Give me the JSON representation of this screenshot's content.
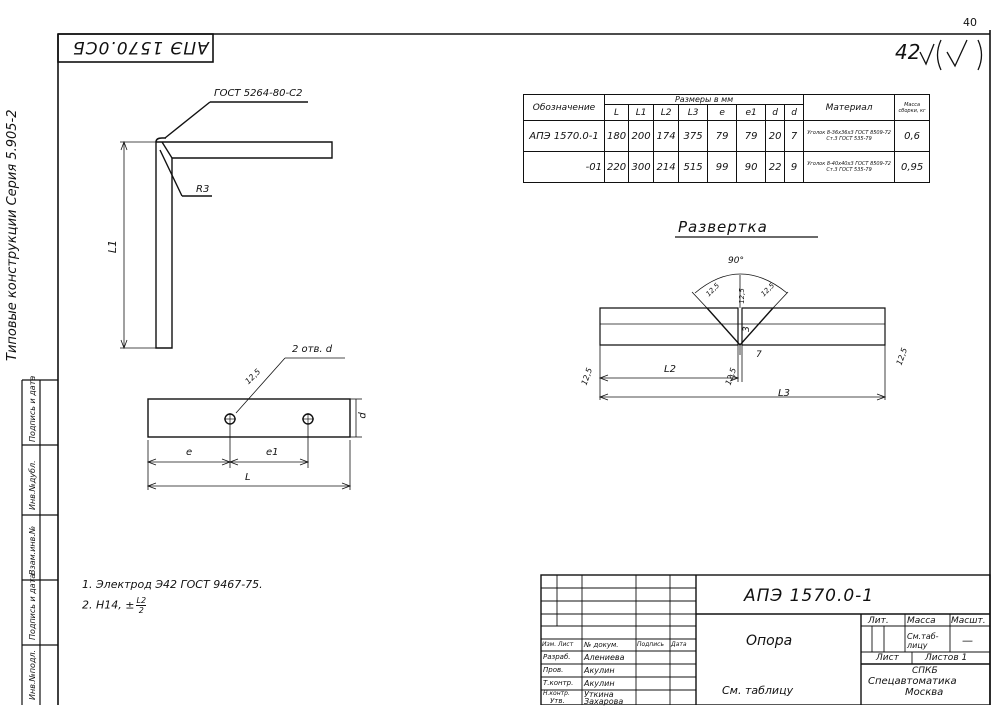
{
  "header": {
    "stamp_code": "АПЭ 1570.0СБ",
    "page_number": "40",
    "roughness_mark": "42"
  },
  "side": {
    "series_label": "Типовые конструкции   Серия 5.905-2",
    "strip_labels": [
      "Инв.№подл.",
      "Подпись и дата",
      "Взам.инв.№",
      "Инв.№дубл.",
      "Подпись и дата"
    ]
  },
  "drawing": {
    "gost_weld": "ГОСТ 5264-80-С2",
    "radius": "R3",
    "dim_L1": "L1",
    "holes_label": "2 отв. d",
    "roughness_top": "12,5",
    "dim_d": "d",
    "dim_e": "e",
    "dim_e1": "e1",
    "dim_L": "L",
    "razv_title": "Развертка",
    "angle": "90°",
    "r1": "12,5",
    "r2": "12,5",
    "r3": "12,5",
    "dim_3": "3",
    "dim_L2": "L2",
    "dim_7": "7",
    "r_left": "12,5",
    "r_mid": "12,5",
    "r_right": "12,5",
    "dim_L3": "L3"
  },
  "table": {
    "group_header": "Размеры в мм",
    "col_designation": "Обозначение",
    "cols": [
      "L",
      "L1",
      "L2",
      "L3",
      "e",
      "e1",
      "d",
      "d"
    ],
    "col_material": "Материал",
    "col_mass": "Масса сборки, кг",
    "rows": [
      {
        "designation": "АПЭ 1570.0-1",
        "vals": [
          "180",
          "200",
          "174",
          "375",
          "79",
          "79",
          "20",
          "7"
        ],
        "material_top": "Уголок 8-36х36х3 ГОСТ 8509-72",
        "material_bottom": "Ст.3 ГОСТ 535-79",
        "mass": "0,6"
      },
      {
        "designation": "-01",
        "vals": [
          "220",
          "300",
          "214",
          "515",
          "99",
          "90",
          "22",
          "9"
        ],
        "material_top": "Уголок 8-40х40х3 ГОСТ 8509-72",
        "material_bottom": "Ст.3 ГОСТ 535-79",
        "mass": "0,95"
      }
    ]
  },
  "notes": {
    "n1": "1. Электрод Э42 ГОСТ 9467-75.",
    "n2": "2. Н14, ±"
  },
  "titleblock": {
    "doc_code": "АПЭ 1570.0-1",
    "name": "Опора",
    "material": "См. таблицу",
    "lit": "Лит.",
    "mass": "Масса",
    "scale": "Масшт.",
    "mass_val": "См.таб-лицу",
    "scale_val": "—",
    "sheet": "Лист",
    "sheets": "Листов 1",
    "org1": "СПКБ",
    "org2": "Спецавтоматика",
    "org3": "Москва",
    "hdr_izm": "Изм.",
    "hdr_list": "Лист",
    "hdr_ndoc": "№ докум.",
    "hdr_sign": "Подпись",
    "hdr_date": "Дата",
    "roles": [
      "Разраб.",
      "Пров.",
      "Т.контр.",
      "",
      "Н.контр.",
      "Утв."
    ],
    "people": [
      "Алениева",
      "Акулин",
      "Акулин",
      "",
      "Уткина",
      "Захарова"
    ]
  }
}
